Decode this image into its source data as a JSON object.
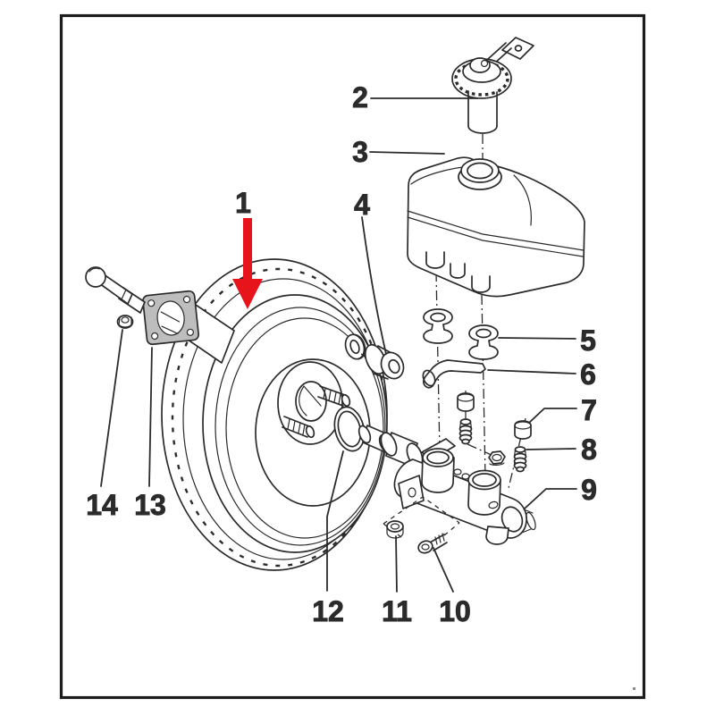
{
  "diagram": {
    "colors": {
      "ink": "#2b2b2b",
      "arrow_red": "#e8141c",
      "plate_gray": "#bdbdbd",
      "background": "#ffffff",
      "frame": "#1c1c1c"
    },
    "callouts": [
      {
        "number": "1"
      },
      {
        "number": "2"
      },
      {
        "number": "3"
      },
      {
        "number": "4"
      },
      {
        "number": "5"
      },
      {
        "number": "6"
      },
      {
        "number": "7"
      },
      {
        "number": "8"
      },
      {
        "number": "9"
      },
      {
        "number": "10"
      },
      {
        "number": "11"
      },
      {
        "number": "12"
      },
      {
        "number": "13"
      },
      {
        "number": "14"
      }
    ]
  }
}
